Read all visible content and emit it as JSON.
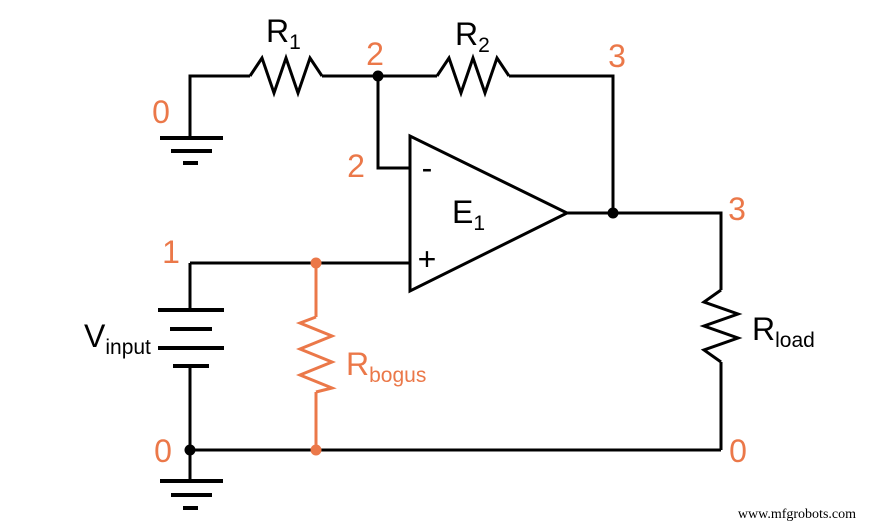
{
  "components": {
    "r1": {
      "name": "R",
      "sub": "1"
    },
    "r2": {
      "name": "R",
      "sub": "2"
    },
    "r_load": {
      "name": "R",
      "sub": "load"
    },
    "r_bogus": {
      "name": "R",
      "sub": "bogus"
    },
    "v_input": {
      "name": "V",
      "sub": "input"
    },
    "opamp": {
      "name": "E",
      "sub": "1",
      "inverting_mark": "-",
      "noninverting_mark": "+"
    }
  },
  "node_labels": {
    "ground_top_left": "0",
    "feedback_top": "2",
    "output_top": "3",
    "inverting_input": "2",
    "output_node": "3",
    "input_node": "1",
    "ground_bottom_left": "0",
    "bottom_right": "0"
  },
  "watermark": "www.mfgrobots.com",
  "colors": {
    "wire": "#000000",
    "node_highlight": "#EB7849",
    "background": "#FFFFFF"
  }
}
